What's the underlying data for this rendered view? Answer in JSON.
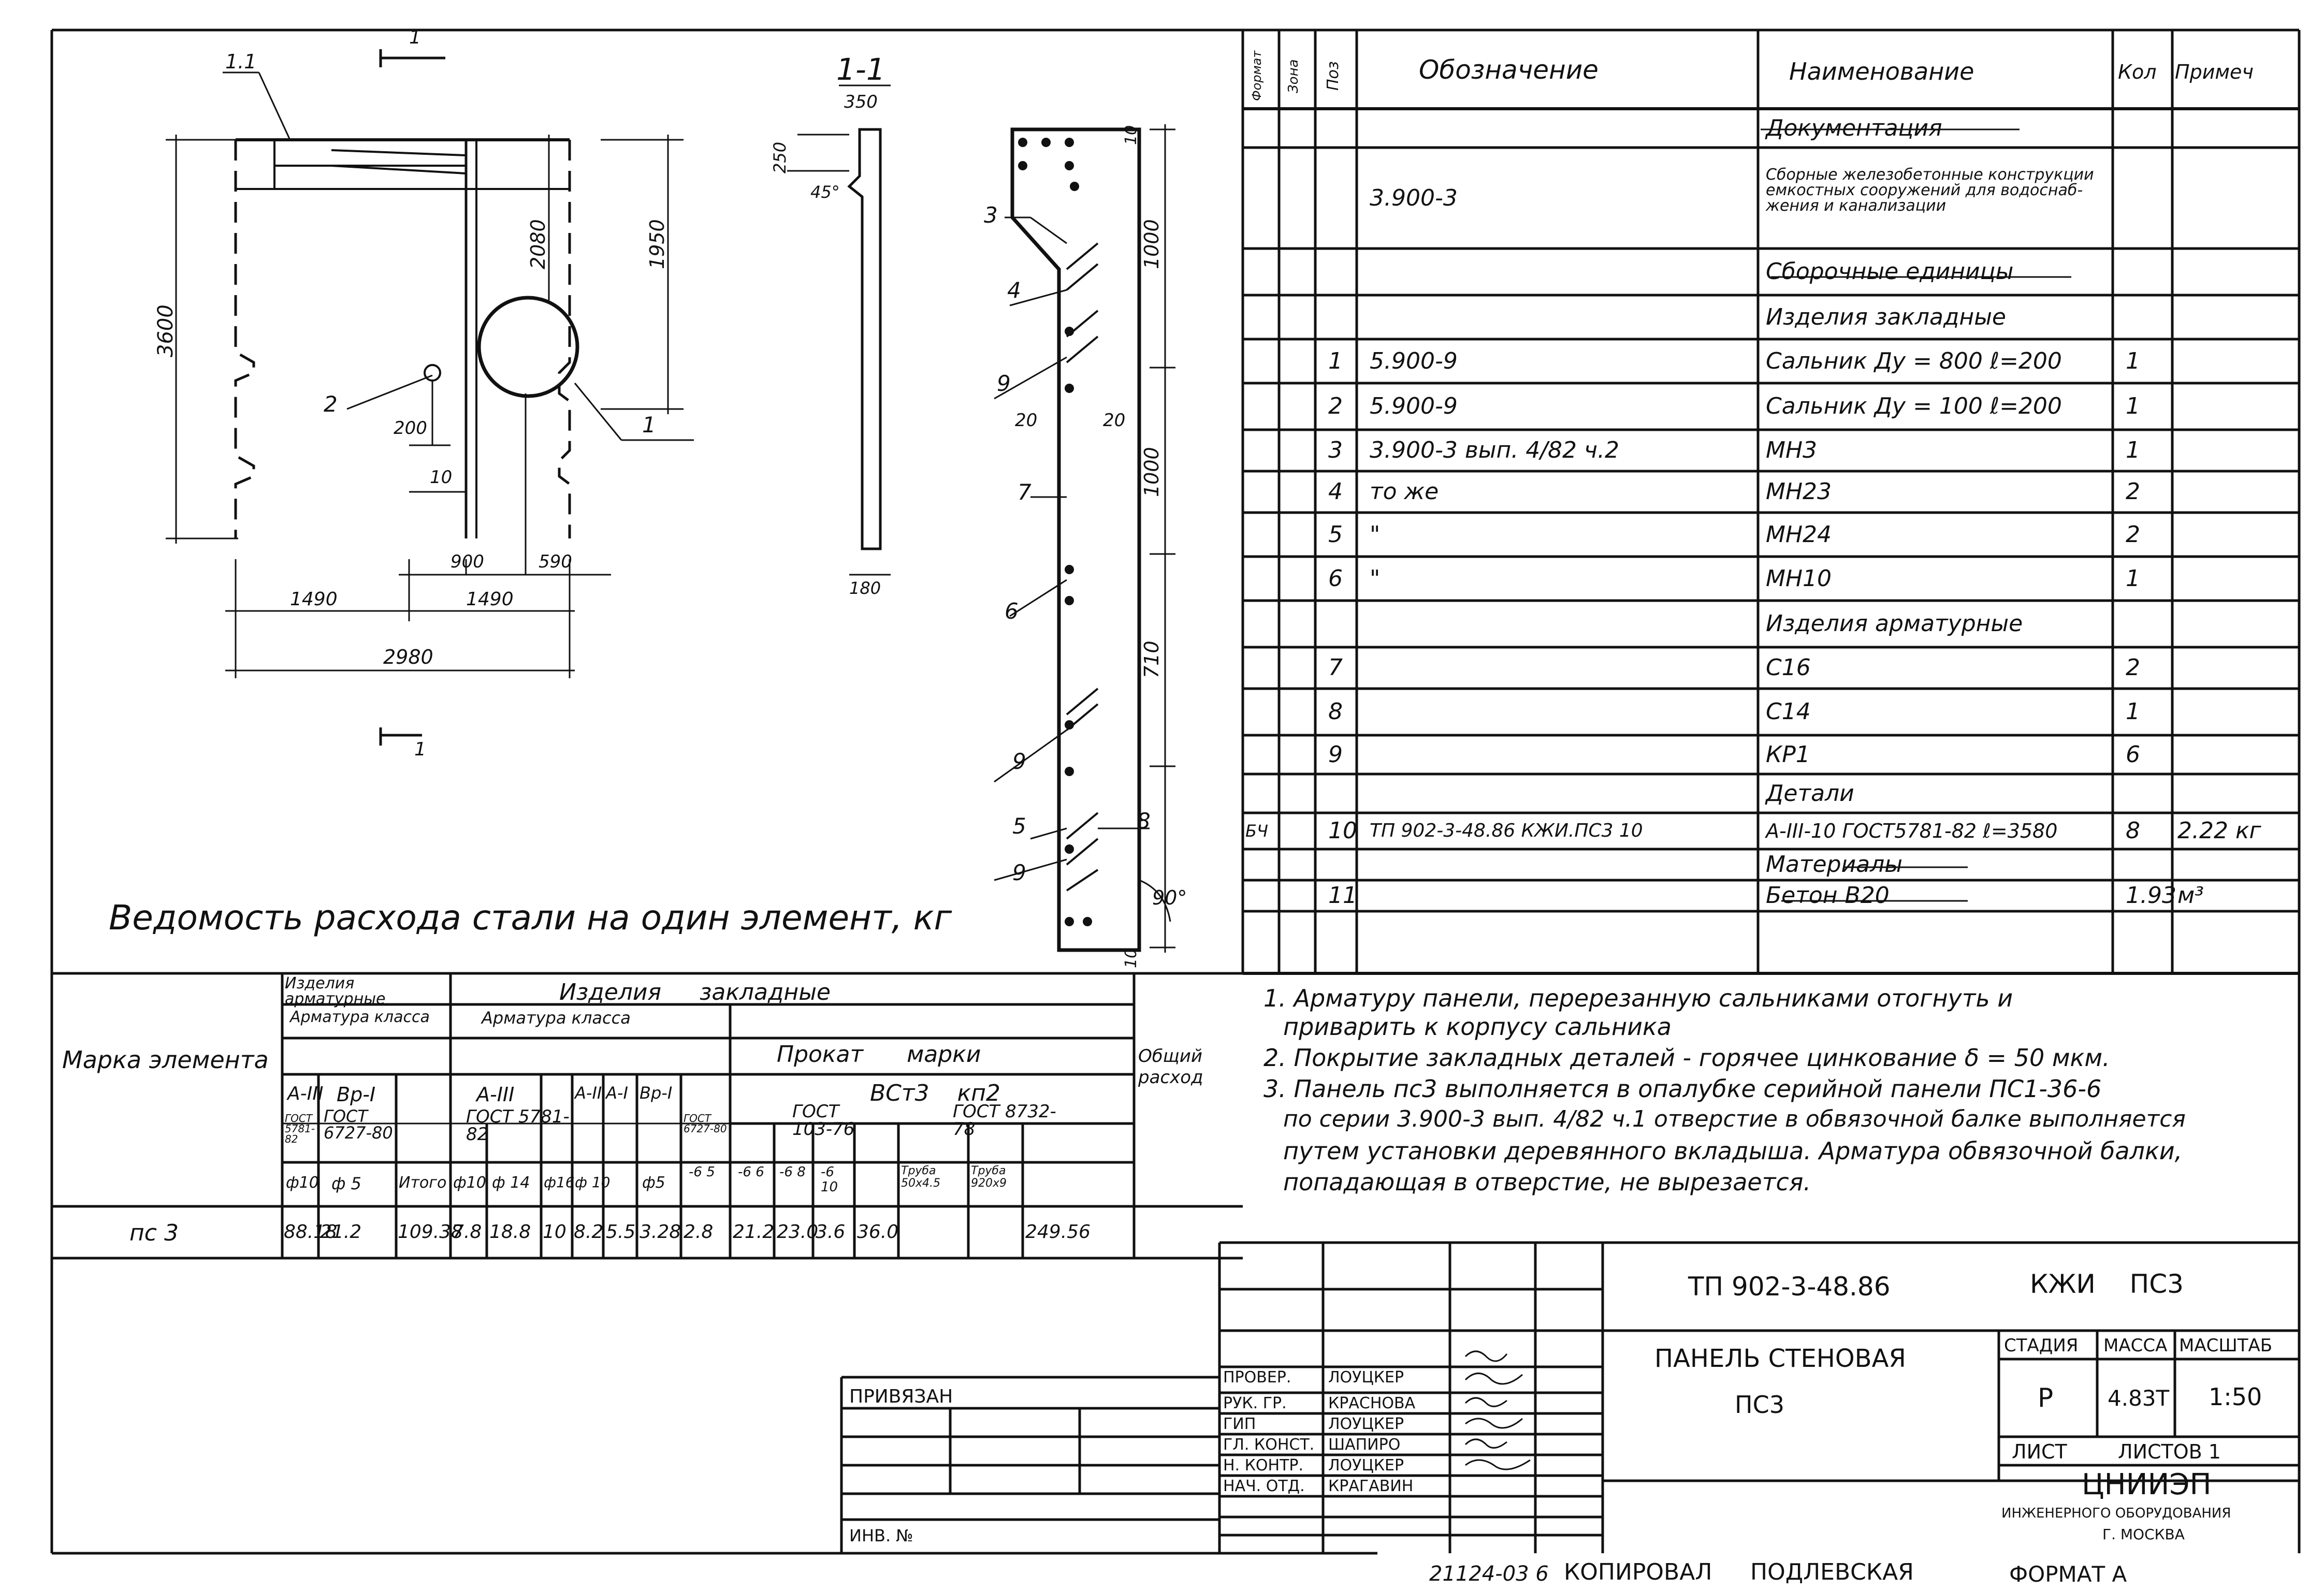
{
  "drawing": {
    "section_title": "1-1",
    "cut_mark": "1",
    "callouts": {
      "c1_1": "1.1",
      "c1": "1",
      "c2": "2"
    },
    "dims": {
      "d350": "350",
      "d250": "250",
      "d45": "45°",
      "d1950": "1950",
      "d2080": "2080",
      "d3600": "3600",
      "d200": "200",
      "d10a": "10",
      "d900": "900",
      "d590": "590",
      "d1490a": "1490",
      "d1490b": "1490",
      "d2980": "2980",
      "d180": "180",
      "d1000a": "1000",
      "d1000b": "1000",
      "d710": "710",
      "d10b": "10",
      "d10c": "10",
      "d20a": "20",
      "d20b": "20",
      "d90": "90°"
    },
    "section_marks": {
      "m3": "3",
      "m4": "4",
      "m9a": "9",
      "m7": "7",
      "m6": "6",
      "m9b": "9",
      "m5": "5",
      "m8": "8",
      "m9c": "9"
    }
  },
  "spec_table": {
    "headers": {
      "format": "Формат",
      "zone": "Зона",
      "pos": "Поз",
      "designation": "Обозначение",
      "name": "Наименование",
      "qty": "Кол",
      "note": "Примеч"
    },
    "rows": [
      {
        "format": "",
        "pos": "",
        "designation": "",
        "name": "Документация",
        "qty": "",
        "note": ""
      },
      {
        "format": "",
        "pos": "",
        "designation": "3.900-3",
        "name": "Сборные железобетонные конструкции емкостных сооружений для водоснаб-жения и канализации",
        "qty": "",
        "note": ""
      },
      {
        "format": "",
        "pos": "",
        "designation": "",
        "name": "Сборочные единицы",
        "qty": "",
        "note": ""
      },
      {
        "format": "",
        "pos": "",
        "designation": "",
        "name": "Изделия закладные",
        "qty": "",
        "note": ""
      },
      {
        "format": "",
        "pos": "1",
        "designation": "5.900-9",
        "name": "Сальник Ду = 800 ℓ=200",
        "qty": "1",
        "note": ""
      },
      {
        "format": "",
        "pos": "2",
        "designation": "5.900-9",
        "name": "Сальник Ду = 100 ℓ=200",
        "qty": "1",
        "note": ""
      },
      {
        "format": "",
        "pos": "3",
        "designation": "3.900-3 вып. 4/82 ч.2",
        "name": "МН3",
        "qty": "1",
        "note": ""
      },
      {
        "format": "",
        "pos": "4",
        "designation": "то же",
        "name": "МН23",
        "qty": "2",
        "note": ""
      },
      {
        "format": "",
        "pos": "5",
        "designation": "\"",
        "name": "МН24",
        "qty": "2",
        "note": ""
      },
      {
        "format": "",
        "pos": "6",
        "designation": "\"",
        "name": "МН10",
        "qty": "1",
        "note": ""
      },
      {
        "format": "",
        "pos": "",
        "designation": "",
        "name": "Изделия арматурные",
        "qty": "",
        "note": ""
      },
      {
        "format": "",
        "pos": "7",
        "designation": "",
        "name": "С16",
        "qty": "2",
        "note": ""
      },
      {
        "format": "",
        "pos": "8",
        "designation": "",
        "name": "С14",
        "qty": "1",
        "note": ""
      },
      {
        "format": "",
        "pos": "9",
        "designation": "",
        "name": "КР1",
        "qty": "6",
        "note": ""
      },
      {
        "format": "",
        "pos": "",
        "designation": "",
        "name": "Детали",
        "qty": "",
        "note": ""
      },
      {
        "format": "БЧ",
        "pos": "10",
        "designation": "ТП 902-3-48.86 КЖИ.ПС3 10",
        "name": "А-III-10 ГОСТ5781-82 ℓ=3580",
        "qty": "8",
        "note": "2.22 кг"
      },
      {
        "format": "",
        "pos": "",
        "designation": "",
        "name": "Материалы",
        "qty": "",
        "note": ""
      },
      {
        "format": "",
        "pos": "11",
        "designation": "",
        "name": "Бетон В20",
        "qty": "1.93",
        "note": "м³"
      }
    ]
  },
  "notes": [
    "1. Арматуру панели, перерезанную сальниками отогнуть и",
    "приварить к корпусу сальника",
    "2. Покрытие закладных деталей - горячее цинкование δ = 50 мкм.",
    "3. Панель пс3 выполняется в опалубке серийной панели ПС1-36-6",
    "по серии 3.900-3 вып. 4/82 ч.1 отверстие в обвязочной балке выполняется",
    "путем установки деревянного вкладыша. Арматура обвязочной балки,",
    "попадающая в отверстие, не вырезается."
  ],
  "steel_table": {
    "title": "Ведомость расхода стали на один элемент, кг",
    "h_mark": "Марка элемента",
    "h_arm_products": "Изделия арматурные",
    "h_emb_products": "Изделия закладные",
    "h_arm_class": "Арматура класса",
    "h_arm_class2": "Арматура класса",
    "h_rolled": "Прокат марки",
    "h_total": "Общий расход",
    "c_a3": "А-III",
    "c_bp1": "Вр-I",
    "c_a3b": "А-III",
    "c_a2": "А-II",
    "c_a1": "А-I",
    "c_bp1b": "Вр-I",
    "c_vst": "ВСт3 кп2",
    "g_5781": "ГОСТ 5781-82",
    "g_6727": "ГОСТ 6727-80",
    "g_5781b": "ГОСТ 5781-82",
    "g_6727b": "ГОСТ 6727-80",
    "g_103": "ГОСТ 103-76",
    "g_8732": "ГОСТ 8732-78",
    "s_f10": "ф10",
    "s_f5": "ф 5",
    "s_itogo": "Итого",
    "s_f10b": "ф10",
    "s_f14": "ф 14",
    "s_f16": "ф16",
    "s_f10c": "ф 10",
    "s_f5b": "ф5",
    "s_65": "-6 5",
    "s_66": "-6 6",
    "s_68": "-6 8",
    "s_610": "-6 10",
    "s_tr1": "Труба 50x4.5",
    "s_tr2": "Труба 920x9",
    "row_mark": "пс 3",
    "row_values": [
      "88.18",
      "21.2",
      "109.38",
      "7.8",
      "18.8",
      "10",
      "8.2",
      "5.5",
      "3.28",
      "2.8",
      "21.2",
      "23.0",
      "3.6",
      "36.0",
      "",
      "249.56"
    ]
  },
  "title_block": {
    "code": "ТП 902-3-48.86",
    "sheet_code": "КЖИ пс3",
    "name_line1": "Панель стеновая",
    "name_line2": "пс3",
    "h_stage": "Стадия",
    "h_mass": "Масса",
    "h_scale": "Масштаб",
    "stage": "Р",
    "mass": "4.83т",
    "scale": "1:50",
    "sheet_label": "Лист",
    "sheets_label": "Листов 1",
    "org1": "ЦНИИЭП",
    "org2": "инженерного оборудования",
    "org3": "г. Москва",
    "roles": [
      {
        "role": "Провер.",
        "name": "Лоуцкер"
      },
      {
        "role": "Рук. гр.",
        "name": "Краснова"
      },
      {
        "role": "ГИП",
        "name": "Лоуцкер"
      },
      {
        "role": "Гл. конст.",
        "name": "Шапиро"
      },
      {
        "role": "Н. контр.",
        "name": "Лоуцкер"
      },
      {
        "role": "Нач. отд.",
        "name": "Крагавин"
      }
    ],
    "privyazan": "Привязан",
    "inv": "Инв. №"
  },
  "footer": {
    "number": "21124-03 6",
    "copied": "Копировал",
    "copier": "Подлевская",
    "format": "Формат А"
  }
}
